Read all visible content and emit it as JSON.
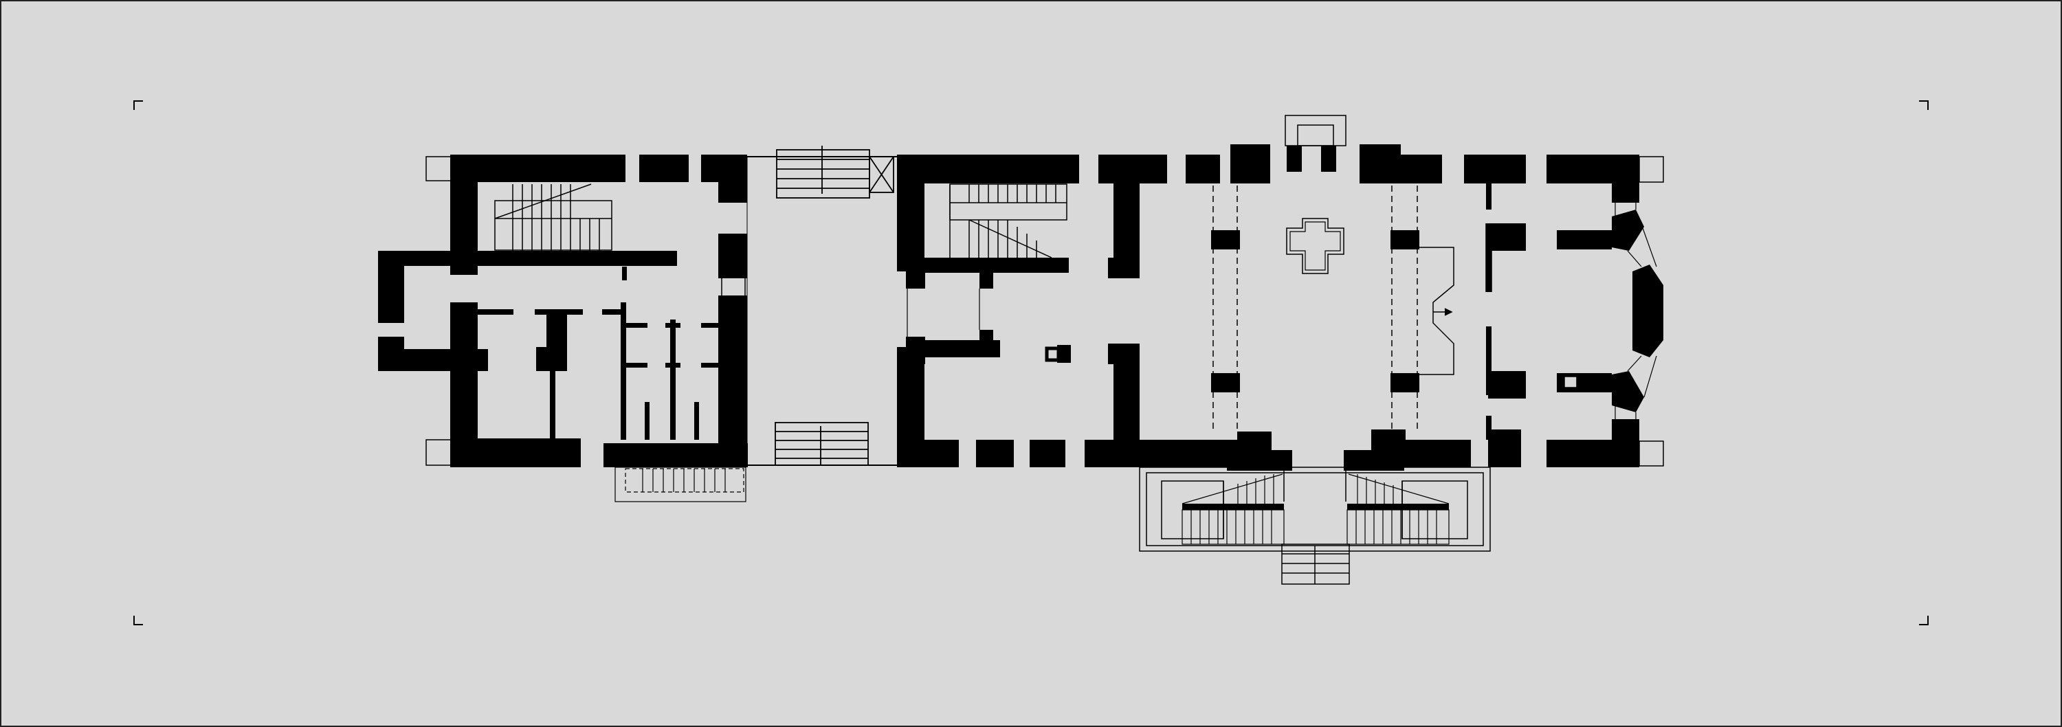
{
  "drawing": {
    "kind": "architectural floor plan",
    "colors": {
      "background": "#d9d9d9",
      "wall": "#000000",
      "line": "#000000"
    },
    "elements": {
      "west_block": "west-wing",
      "east_block": "east-wing",
      "north_stair_link": "north-link-stair",
      "south_stair_link": "south-link-stair",
      "porch": "south-porch-double-stair",
      "apse": "east-apse",
      "cross_floor_mark": "cross-shaped-floor-mark"
    }
  }
}
